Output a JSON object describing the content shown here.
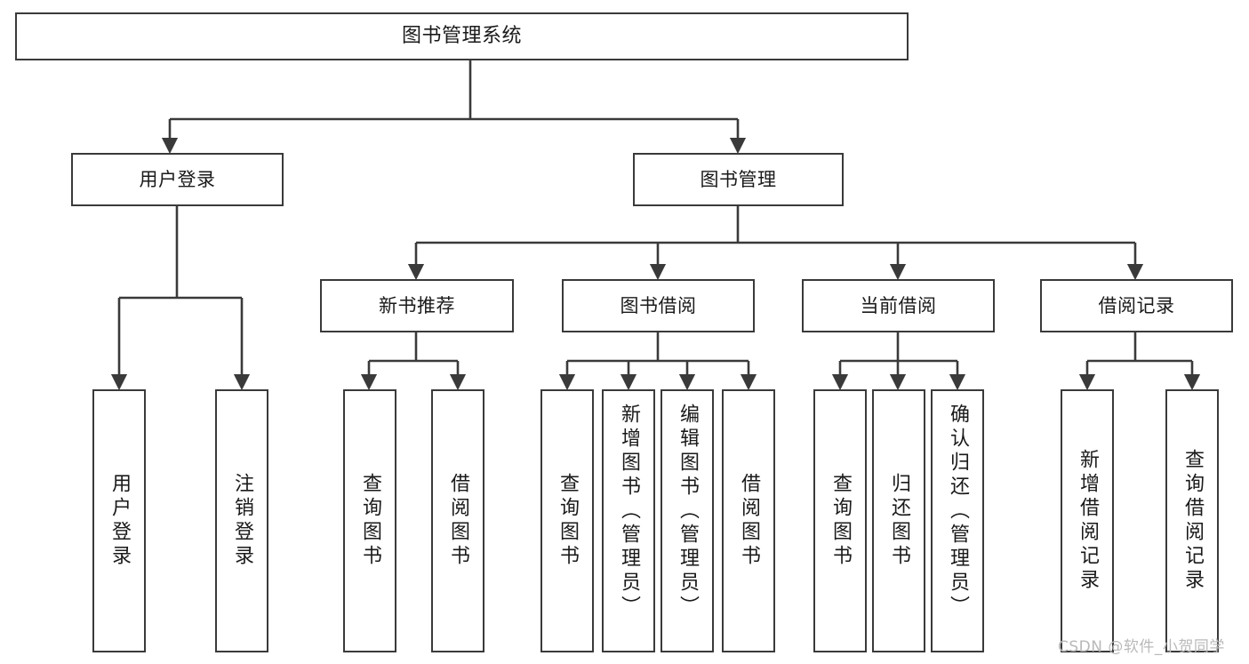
{
  "diagram": {
    "type": "tree",
    "title": "图书管理系统",
    "orientation": "top-down",
    "watermark": "CSDN @软件_小贺同学",
    "colors": {
      "stroke": "#3a3a3a",
      "fill": "#ffffff",
      "text": "#1a1a1a",
      "watermark": "#b9b9b9"
    }
  },
  "nodes": {
    "root": {
      "label": "图书管理系统"
    },
    "level1": [
      {
        "label": "用户登录"
      },
      {
        "label": "图书管理"
      }
    ],
    "level2": [
      {
        "label": "新书推荐"
      },
      {
        "label": "图书借阅"
      },
      {
        "label": "当前借阅"
      },
      {
        "label": "借阅记录"
      }
    ],
    "leaves": {
      "user_login": [
        {
          "label": "用户登录"
        },
        {
          "label": "注销登录"
        }
      ],
      "new_book_recommend": [
        {
          "label": "查询图书"
        },
        {
          "label": "借阅图书"
        }
      ],
      "book_borrow": [
        {
          "label": "查询图书"
        },
        {
          "label": "新增图书（管理员）"
        },
        {
          "label": "编辑图书（管理员）"
        },
        {
          "label": "借阅图书"
        }
      ],
      "current_borrow": [
        {
          "label": "查询图书"
        },
        {
          "label": "归还图书"
        },
        {
          "label": "确认归还（管理员）"
        }
      ],
      "borrow_records": [
        {
          "label": "新增借阅记录"
        },
        {
          "label": "查询借阅记录"
        }
      ]
    }
  }
}
